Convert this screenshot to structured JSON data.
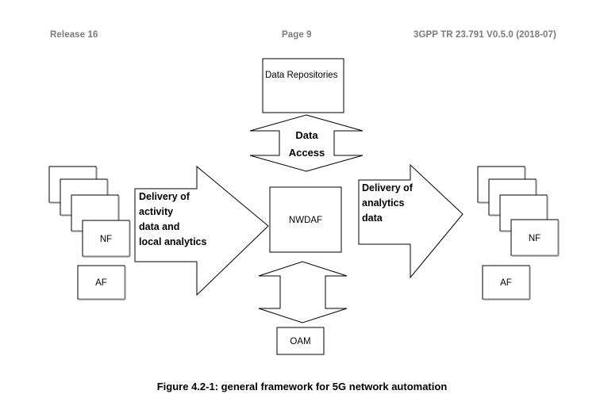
{
  "header": {
    "release": "Release 16",
    "page": "Page  9",
    "spec": "3GPP TR 23.791 V0.5.0 (2018-07)"
  },
  "figure": {
    "caption": "Figure 4.2-1: general framework for 5G network automation",
    "boxes": {
      "data_repositories": "Data Repositories",
      "nwdaf": "NWDAF",
      "oam": "OAM",
      "left_nf": "NF",
      "left_af": "AF",
      "right_nf": "NF",
      "right_af": "AF"
    },
    "arrows": {
      "data_access_line1": "Data",
      "data_access_line2": "Access",
      "left_arrow_line1": "Delivery of",
      "left_arrow_line2": "activity",
      "left_arrow_line3": "data and",
      "left_arrow_line4": "local analytics",
      "right_arrow_line1": "Delivery of",
      "right_arrow_line2": "analytics",
      "right_arrow_line3": "data"
    }
  },
  "colors": {
    "stroke": "#000000",
    "shadow": "#808080",
    "header_text": "#7b7b7b",
    "background": "#ffffff"
  }
}
